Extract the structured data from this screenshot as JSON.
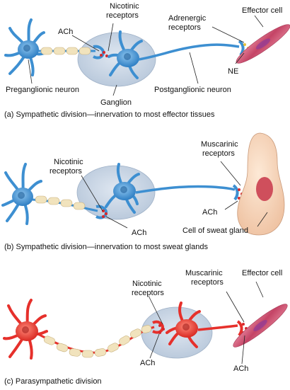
{
  "panel_a": {
    "caption": "(a) Sympathetic division—innervation to most effector tissues",
    "labels": {
      "nicotinic_1": "Nicotinic",
      "nicotinic_2": "receptors",
      "ach": "ACh",
      "adrenergic_1": "Adrenergic",
      "adrenergic_2": "receptors",
      "effector": "Effector cell",
      "ne": "NE",
      "preganglionic": "Preganglionic neuron",
      "ganglion": "Ganglion",
      "postganglionic": "Postganglionic neuron"
    }
  },
  "panel_b": {
    "caption": "(b) Sympathetic division—innervation to most sweat glands",
    "labels": {
      "nicotinic_1": "Nicotinic",
      "nicotinic_2": "receptors",
      "muscarinic_1": "Muscarinic",
      "muscarinic_2": "receptors",
      "ach_post": "ACh",
      "ach_pre": "ACh",
      "sweat": "Cell of sweat gland"
    }
  },
  "panel_c": {
    "caption": "(c) Parasympathetic division",
    "labels": {
      "nicotinic_1": "Nicotinic",
      "nicotinic_2": "receptors",
      "muscarinic_1": "Muscarinic",
      "muscarinic_2": "receptors",
      "effector": "Effector cell",
      "ach_pre": "ACh",
      "ach_post": "ACh"
    }
  },
  "colors": {
    "sympathetic_neuron": "#3d8fd1",
    "parasympathetic_neuron": "#e6302b",
    "myelin": "#f1e3bd",
    "ganglion": "#c6d3e3",
    "muscle": "#c8506e",
    "sweat_cell": "#f6d8c0",
    "nucleus": "#cf4f5c"
  }
}
